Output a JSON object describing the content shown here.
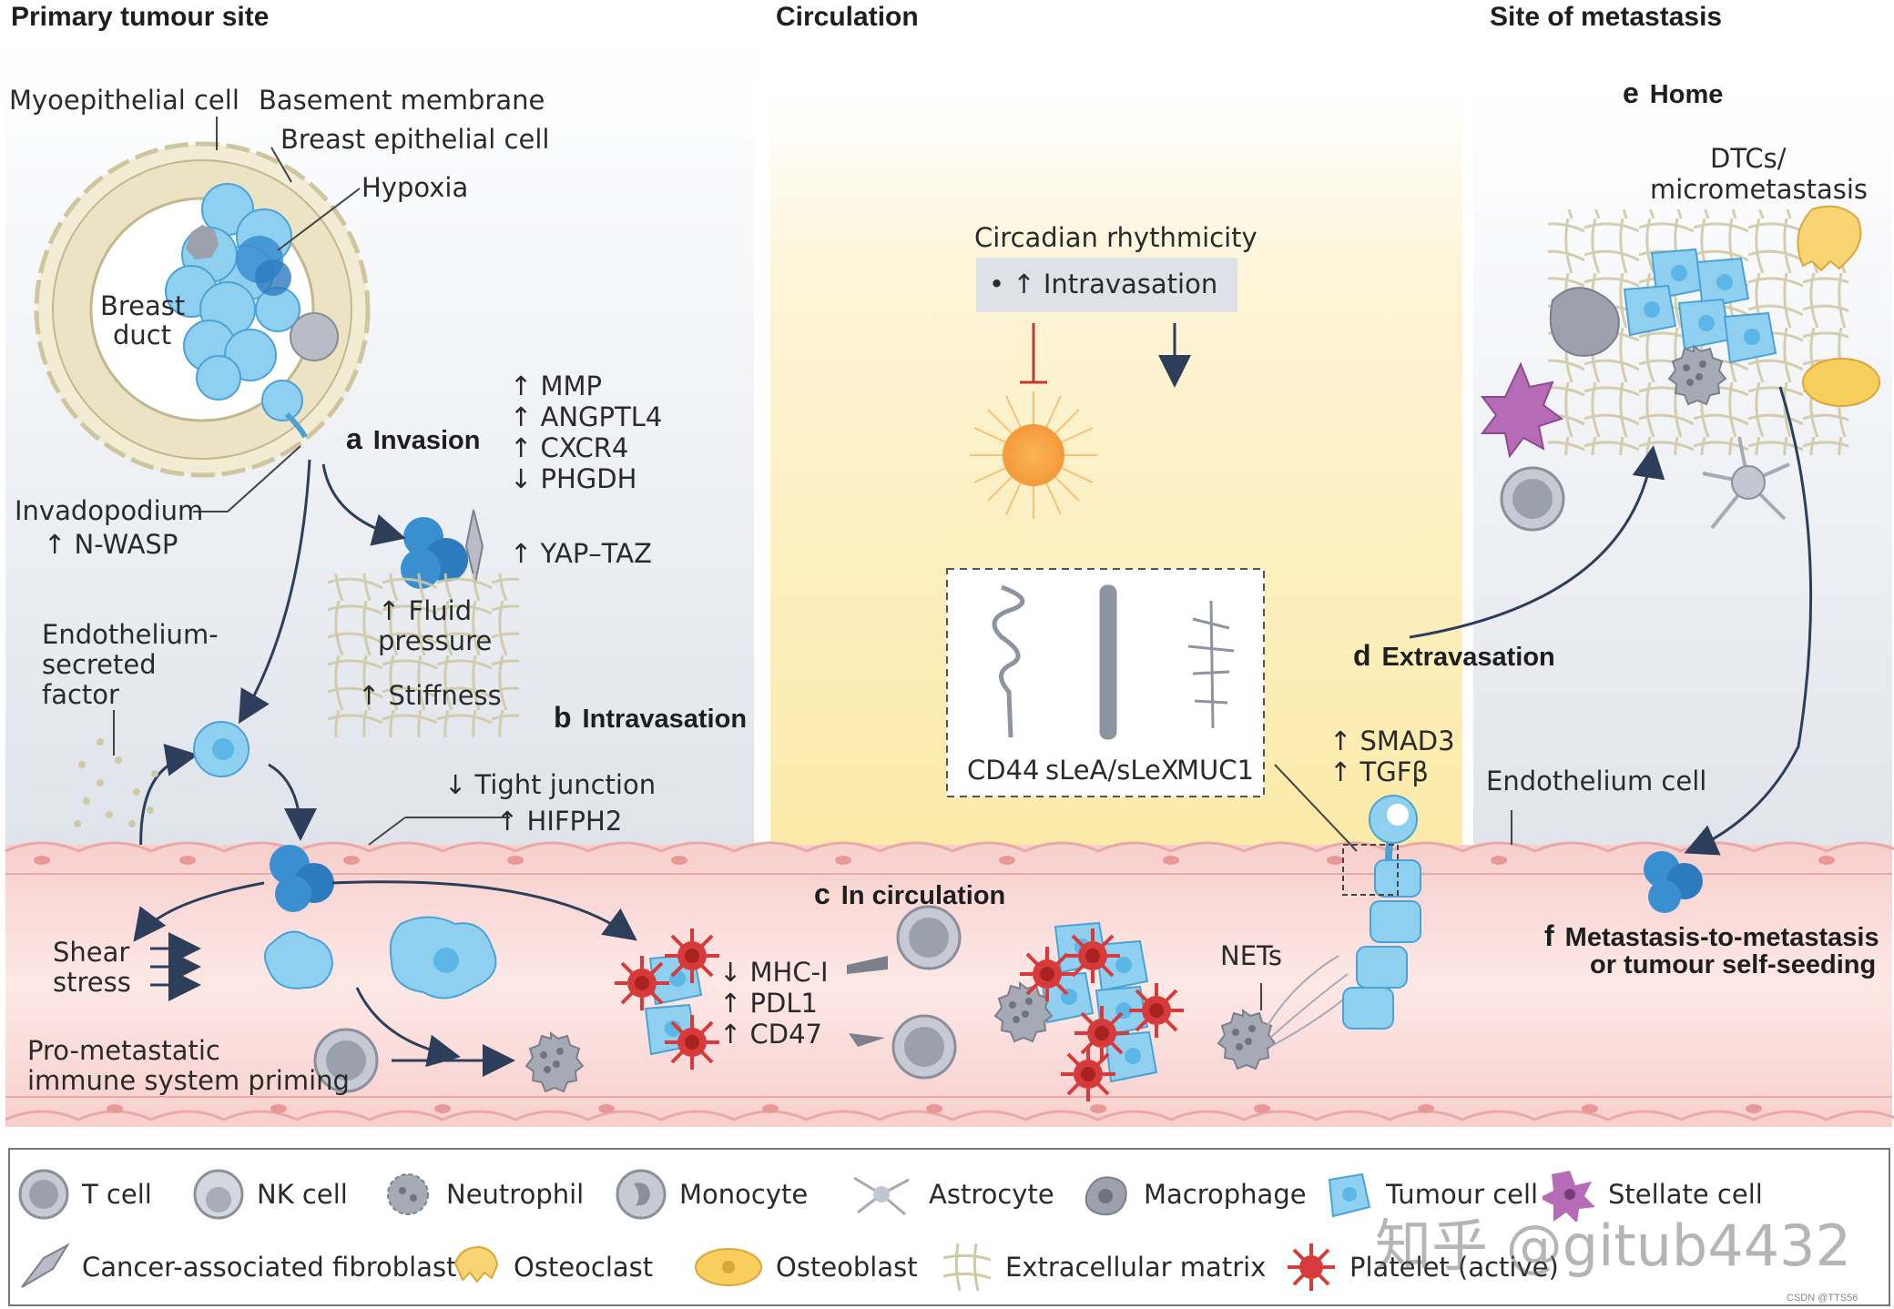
{
  "headers": {
    "primary": "Primary tumour site",
    "circulation": "Circulation",
    "metastasis": "Site of metastasis"
  },
  "primary": {
    "myoepithelial": "Myoepithelial cell",
    "basement": "Basement membrane",
    "breast_epithelial": "Breast epithelial cell",
    "hypoxia": "Hypoxia",
    "breast_duct_1": "Breast",
    "breast_duct_2": "duct",
    "invadopodium": "Invadopodium",
    "nwasp": "↑ N-WASP",
    "invasion_letter": "a",
    "invasion": "Invasion",
    "invasion_factors": [
      "↑ MMP",
      "↑ ANGPTL4",
      "↑ CXCR4",
      "↓ PHGDH"
    ],
    "yap": "↑ YAP–TAZ",
    "fluid_1": "↑ Fluid",
    "fluid_2": "pressure",
    "stiffness": "↑ Stiffness",
    "endo_factor": [
      "Endothelium-",
      "secreted",
      "factor"
    ],
    "intrav_letter": "b",
    "intravasation": "Intravasation",
    "tight_junction": "↓ Tight junction",
    "hifph2": "↑ HIFPH2"
  },
  "circulation": {
    "circadian": "Circadian rhythmicity",
    "intrav_box": "• ↑ Intravasation",
    "molecules": [
      "CD44",
      "sLeA/sLeX",
      "MUC1"
    ],
    "in_circ_letter": "c",
    "in_circ": "In circulation",
    "shear_1": "Shear",
    "shear_2": "stress",
    "immune_1": "Pro-metastatic",
    "immune_2": "immune system priming",
    "escape": [
      "↓ MHC-I",
      "↑ PDL1",
      "↑ CD47"
    ],
    "nets": "NETs",
    "smad": [
      "↑ SMAD3",
      "↑ TGFβ"
    ]
  },
  "metastasis": {
    "home_letter": "e",
    "home": "Home",
    "dtc_1": "DTCs/",
    "dtc_2": "micrometastasis",
    "extrav_letter": "d",
    "extravasation": "Extravasation",
    "endothelium_cell": "Endothelium cell",
    "self_letter": "f",
    "self_1": "Metastasis-to-metastasis",
    "self_2": "or tumour self-seeding"
  },
  "legend": {
    "row1": [
      "T cell",
      "NK cell",
      "Neutrophil",
      "Monocyte",
      "Astrocyte",
      "Macrophage",
      "Tumour cell",
      "Stellate cell"
    ],
    "row2": [
      "Cancer-associated fibroblast",
      "Osteoclast",
      "Osteoblast",
      "Extracellular matrix",
      "Platelet (active)"
    ]
  },
  "watermark": "知乎 @gitub4432",
  "credit": "CSDN @TTS56",
  "colors": {
    "tumour": "#8fd0f0",
    "tumour_dark": "#3a8fd0",
    "vessel": "#f9d8d6",
    "vessel_edge": "#e9a9a6",
    "circ_bg": "#fdf2c8",
    "platelet": "#d63a3a",
    "sun": "#f7a23a"
  }
}
